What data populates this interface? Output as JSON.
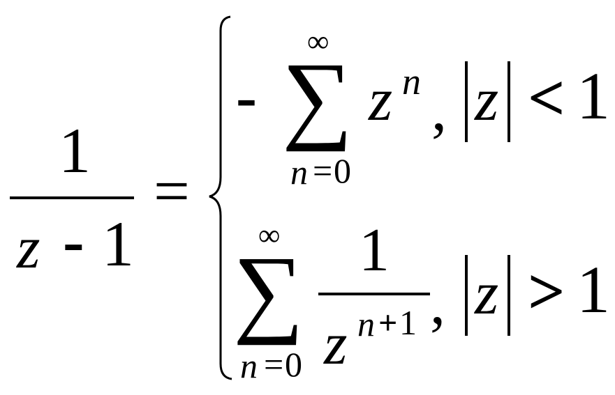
{
  "lhs": {
    "numerator": "1",
    "denominator_var": "z",
    "denominator_minus": "-",
    "denominator_const": "1",
    "equals": "="
  },
  "case1": {
    "sign": "-",
    "sum_symbol": "∑",
    "upper": "∞",
    "lower_var": "n",
    "lower_eq": "=",
    "lower_val": "0",
    "term_base": "z",
    "term_exp": "n",
    "comma": ",",
    "cond_var": "z",
    "cond_rel": "<",
    "cond_val": "1"
  },
  "case2": {
    "sum_symbol": "∑",
    "upper": "∞",
    "lower_var": "n",
    "lower_eq": "=",
    "lower_val": "0",
    "frac_num": "1",
    "frac_den_base": "z",
    "frac_den_exp_var": "n",
    "frac_den_exp_plus": "+",
    "frac_den_exp_one": "1",
    "comma": ",",
    "cond_var": "z",
    "cond_rel": ">",
    "cond_val": "1"
  }
}
